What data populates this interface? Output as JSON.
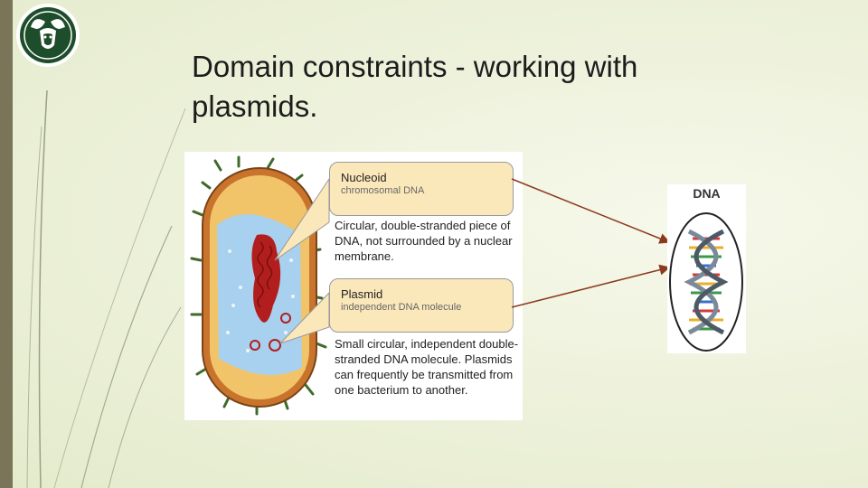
{
  "slide": {
    "title": "Domain constraints - working with plasmids."
  },
  "logo": {
    "icon": "ram-logo-icon",
    "color": "#1e4d2b"
  },
  "cell_diagram": {
    "nucleoid": {
      "name": "Nucleoid",
      "subtitle": "chromosomal DNA",
      "description": "Circular, double-stranded piece of DNA, not surrounded by a nuclear membrane."
    },
    "plasmid": {
      "name": "Plasmid",
      "subtitle": "independent DNA molecule",
      "description": "Small circular, independent double-stranded DNA molecule. Plasmids can frequently be transmitted from one bacterium to another."
    }
  },
  "dna_figure": {
    "label": "DNA"
  },
  "colors": {
    "accent_bar": "#7a7558",
    "callout_fill": "#fbe8ba",
    "arrow": "#8b3a1f",
    "cell_wall": "#c8742d",
    "cytoplasm": "#a8d0ef",
    "dna_red": "#b21e1e"
  }
}
